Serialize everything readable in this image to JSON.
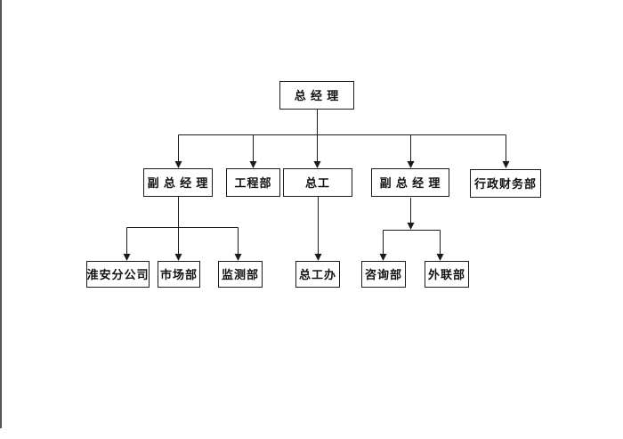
{
  "diagram": {
    "type": "org-chart",
    "colors": {
      "line": "#1b1b1b",
      "box_border": "#1b1b1b",
      "background": "#ffffff",
      "page_edge": "#575757"
    },
    "nodes": {
      "gm": {
        "label": "总 经 理",
        "level": 1
      },
      "deputy_gm_left": {
        "label": "副 总 经 理",
        "level": 2
      },
      "engineering": {
        "label": "工程部",
        "level": 2
      },
      "chief_engineer": {
        "label": "总工",
        "level": 2
      },
      "deputy_gm_right": {
        "label": "副 总 经 理",
        "level": 2
      },
      "admin_finance": {
        "label": "行政财务部",
        "level": 2
      },
      "huaian_branch": {
        "label": "淮安分公司",
        "level": 3
      },
      "marketing": {
        "label": "市场部",
        "level": 3
      },
      "monitoring": {
        "label": "监测部",
        "level": 3
      },
      "chief_engineer_office": {
        "label": "总工办",
        "level": 3
      },
      "consulting": {
        "label": "咨询部",
        "level": 3
      },
      "external_relations": {
        "label": "外联部",
        "level": 3
      }
    },
    "edges": [
      {
        "from": "gm",
        "to": "deputy_gm_left"
      },
      {
        "from": "gm",
        "to": "engineering"
      },
      {
        "from": "gm",
        "to": "chief_engineer"
      },
      {
        "from": "gm",
        "to": "deputy_gm_right"
      },
      {
        "from": "gm",
        "to": "admin_finance"
      },
      {
        "from": "deputy_gm_left",
        "to": "huaian_branch"
      },
      {
        "from": "deputy_gm_left",
        "to": "marketing"
      },
      {
        "from": "deputy_gm_left",
        "to": "monitoring"
      },
      {
        "from": "chief_engineer",
        "to": "chief_engineer_office"
      },
      {
        "from": "deputy_gm_right",
        "to": "consulting"
      },
      {
        "from": "deputy_gm_right",
        "to": "external_relations"
      }
    ]
  }
}
